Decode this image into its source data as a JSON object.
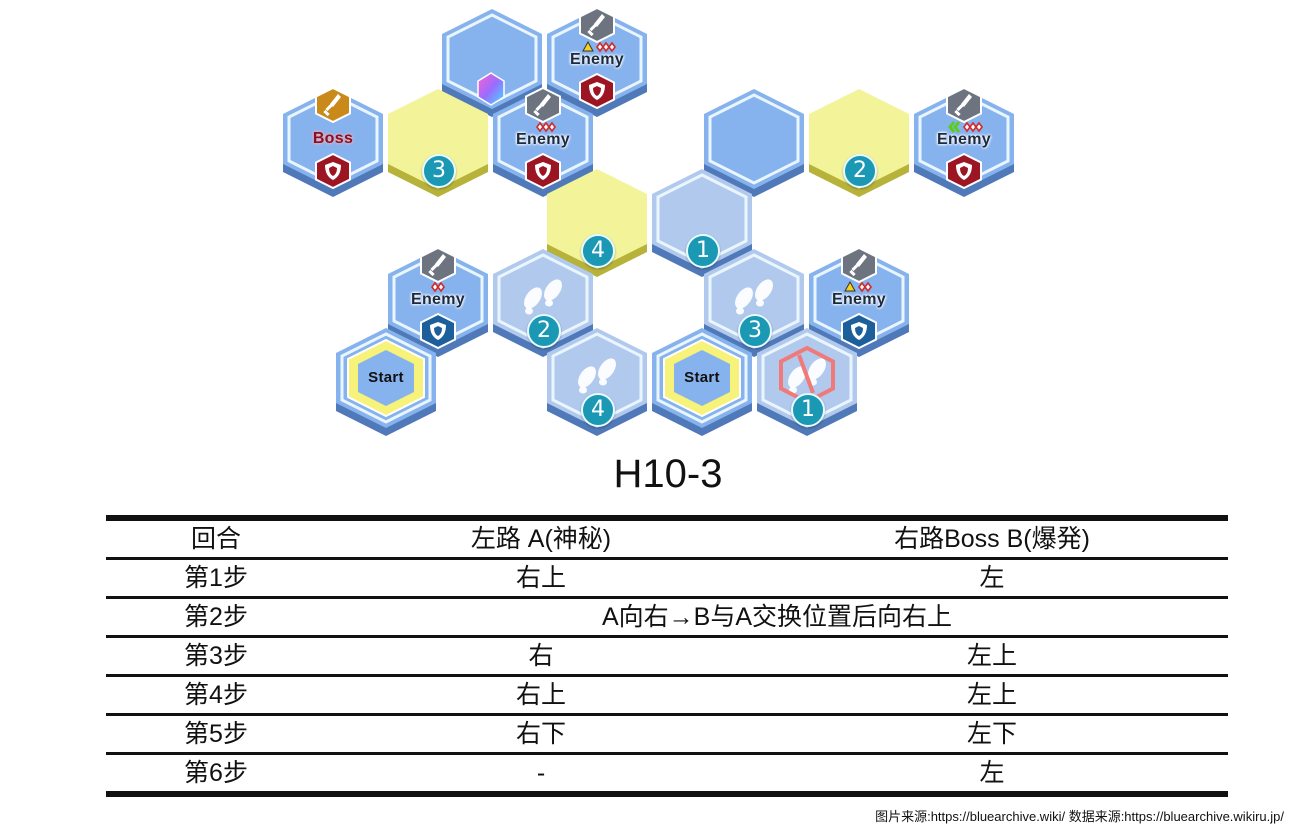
{
  "title": "H10-3",
  "tiles": [
    {
      "id": "t1",
      "kind": "blue"
    },
    {
      "id": "t2",
      "kind": "enemy",
      "label": "Enemy",
      "badge": "sword",
      "marks": [
        "warning",
        "diamonds3"
      ],
      "shield": "red"
    },
    {
      "id": "t3",
      "kind": "enemy",
      "label": "Boss",
      "badge": "sword-gold",
      "marks": [],
      "shield": "red",
      "boss": true
    },
    {
      "id": "t4",
      "kind": "yellow",
      "number": "3"
    },
    {
      "id": "t5",
      "kind": "enemy",
      "label": "Enemy",
      "badge": "sword",
      "marks": [
        "diamonds3"
      ],
      "shield": "red"
    },
    {
      "id": "t6",
      "kind": "blue"
    },
    {
      "id": "t7",
      "kind": "yellow",
      "number": "2"
    },
    {
      "id": "t8",
      "kind": "enemy",
      "label": "Enemy",
      "badge": "sword",
      "marks": [
        "chevrons",
        "diamonds3"
      ],
      "shield": "red"
    },
    {
      "id": "t9",
      "kind": "yellow",
      "number": "4"
    },
    {
      "id": "t10",
      "kind": "light",
      "number": "1"
    },
    {
      "id": "t11",
      "kind": "enemy",
      "label": "Enemy",
      "badge": "sword",
      "marks": [
        "diamonds2"
      ],
      "shield": "blue"
    },
    {
      "id": "t12",
      "kind": "footstep",
      "number": "2"
    },
    {
      "id": "t13",
      "kind": "footstep",
      "number": "3"
    },
    {
      "id": "t14",
      "kind": "enemy",
      "label": "Enemy",
      "badge": "sword",
      "marks": [
        "warning",
        "diamonds2"
      ],
      "shield": "blue"
    },
    {
      "id": "t15",
      "kind": "start",
      "label": "Start"
    },
    {
      "id": "t16",
      "kind": "footstep",
      "number": "4"
    },
    {
      "id": "t17",
      "kind": "start",
      "label": "Start"
    },
    {
      "id": "t18",
      "kind": "footstep-blocked",
      "number": "1"
    }
  ],
  "table": {
    "headers": [
      "回合",
      "左路 A(神秘)",
      "右路Boss B(爆発)"
    ],
    "rows": [
      {
        "step": "第1步",
        "left": "右上",
        "right": "左"
      },
      {
        "step": "第2步",
        "merged": "A向右→B与A交换位置后向右上"
      },
      {
        "step": "第3步",
        "left": "右",
        "right": "左上"
      },
      {
        "step": "第4步",
        "left": "右上",
        "right": "左上"
      },
      {
        "step": "第5步",
        "left": "右下",
        "right": "左下"
      },
      {
        "step": "第6步",
        "left": "-",
        "right": "左"
      }
    ]
  },
  "credit": "图片来源:https://bluearchive.wiki/   数据来源:https://bluearchive.wikiru.jp/",
  "colors": {
    "blue_top": "#86b2ee",
    "yellow_top": "#f3f39a",
    "light_top": "#b2c9ee",
    "side_blue": "#4f79b8",
    "side_yellow": "#b7b23a",
    "number_badge": "#1a98b4",
    "shield_red": "#9b1622",
    "shield_blue": "#1d5f9a",
    "blocked_ring": "#f07a7a"
  }
}
